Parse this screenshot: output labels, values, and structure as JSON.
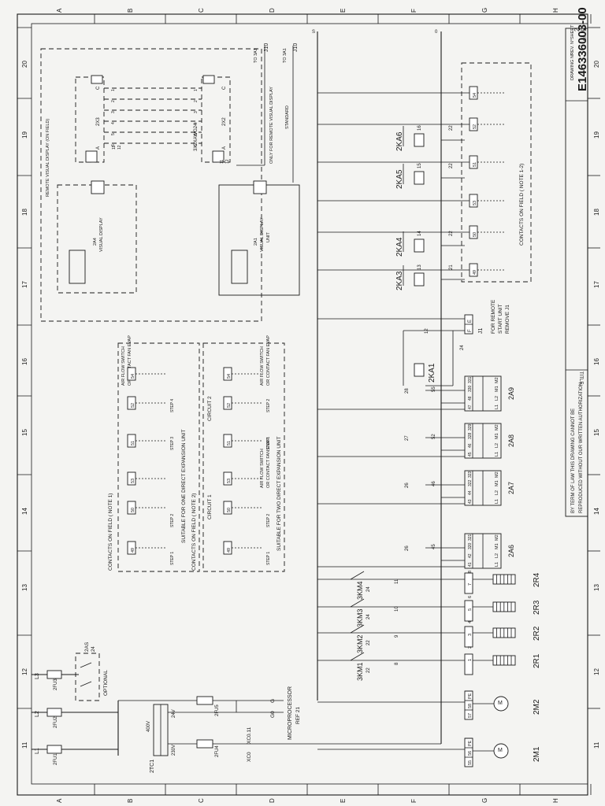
{
  "frame": {
    "row_letters": [
      "A",
      "B",
      "C",
      "D",
      "E",
      "F",
      "G",
      "H"
    ],
    "col_numbers": [
      "11",
      "12",
      "13",
      "14",
      "15",
      "16",
      "17",
      "18",
      "19",
      "20"
    ]
  },
  "title_block": {
    "drawing_no_label": "DRAWING N°",
    "drawing_no": "E146336003-00",
    "rev_label": "REV. N°",
    "sheet_label": "SHEET",
    "sheet": "2",
    "of_label": "OF",
    "total": "5",
    "title_label": "TITLE:",
    "copyright_1": "BY TERM OF LAW THIS DRAWING CANNOT BE",
    "copyright_2": "REPRODUCED WITHOUT OUR WRITTEN AUTHORIZATION"
  },
  "power": {
    "phases": [
      "L1",
      "L2",
      "L3"
    ],
    "fuses": [
      "2FU1",
      "2FU2",
      "2FU3"
    ],
    "switch_label": "2AS",
    "switch_num": "24",
    "optional": "OPTIONAL",
    "transformer": "2TC1",
    "primary": "400V",
    "sec_230": "230V",
    "sec_24": "24V",
    "fuse_4": "2FU4",
    "fuse_5": "2FU5",
    "xc0": "XC0",
    "xc011": "XC0.11",
    "g_label": "G",
    "g0_label": "G0",
    "microprocessor": "MICROPROCESSOR",
    "ref": "REF 21"
  },
  "motors": [
    {
      "label": "2M1",
      "terminals": [
        "55",
        "56",
        "PE"
      ]
    },
    {
      "label": "2M2",
      "terminals": [
        "57",
        "58",
        "PE"
      ]
    }
  ],
  "heaters": [
    {
      "label": "2R1",
      "contactor": "3KM1",
      "ref": "22",
      "wire": "8"
    },
    {
      "label": "2R2",
      "contactor": "3KM2",
      "ref": "22",
      "wire": "9"
    },
    {
      "label": "2R3",
      "contactor": "3KM3",
      "ref": "24",
      "wire": "10"
    },
    {
      "label": "2R4",
      "contactor": "3KM4",
      "ref": "24",
      "wire": "11"
    }
  ],
  "heater_terminals": [
    "1",
    "2",
    "3",
    "4",
    "5",
    "6",
    "7",
    "8"
  ],
  "modules": [
    {
      "label": "2A6",
      "t1": "41",
      "t2": "42",
      "t3": "320",
      "t4": "321",
      "ref": "26",
      "wire": "45"
    },
    {
      "label": "2A7",
      "t1": "43",
      "t2": "44",
      "t3": "322",
      "t4": "323",
      "ref": "26",
      "wire": "46"
    },
    {
      "label": "2A8",
      "t1": "45",
      "t2": "46",
      "t3": "328",
      "t4": "329",
      "ref": "27",
      "wire": "52"
    },
    {
      "label": "2A9",
      "t1": "47",
      "t2": "48",
      "t3": "330",
      "t4": "331",
      "ref": "28",
      "wire": "55"
    }
  ],
  "module_pins": [
    "L1",
    "L2",
    "M1",
    "M2"
  ],
  "relay_2ka1": {
    "label": "2KA1",
    "wire": "12",
    "ref": "24"
  },
  "remote_start": {
    "line1": "FOR REMOTE",
    "line2": "START UNIT",
    "line3": "REMOVE J1",
    "tag": "J1",
    "t_e": "E",
    "t_f": "F"
  },
  "relays": [
    {
      "label": "2KA3",
      "coil": "13",
      "contact": "21"
    },
    {
      "label": "2KA4",
      "coil": "14",
      "contact": "22"
    },
    {
      "label": "2KA5",
      "coil": "15",
      "contact": "22"
    },
    {
      "label": "2KA6",
      "coil": "16",
      "contact": "22"
    }
  ],
  "relay_terminals": [
    "49",
    "50",
    "53",
    "51",
    "52",
    "54"
  ],
  "field_contacts_note": "CONTACTS ON FIELD ( NOTE 1-2)",
  "panel_one": {
    "title": "SUITABLE FOR ONE DIRECT EXPANSION UNIT",
    "note": "CONTACTS ON FIELD ( NOTE 1)",
    "airflow_1": "AIR FLOW SWITCH",
    "airflow_2": "OR CONTACT FAN EVAP",
    "terminals": [
      "49",
      "50",
      "53",
      "51",
      "52",
      "54"
    ],
    "steps": [
      "STEP 1",
      "STEP 2",
      "STEP 3",
      "STEP 4"
    ]
  },
  "panel_two": {
    "title": "SUITABLE FOR TWO DIRECT EXPANSION UNIT",
    "note": "CONTACTS ON FIELD ( NOTE 2)",
    "airflow_1": "AIR FLOW SWITCH",
    "airflow_2": "OR CONTACT FAN EVAP",
    "circuit_1": "CIRCUIT 1",
    "circuit_2": "CIRCUIT 2",
    "terminals": [
      "49",
      "50",
      "53",
      "51",
      "52",
      "54"
    ],
    "steps": [
      "STEP 1",
      "STEP 2",
      "STEP 1",
      "STEP 2"
    ]
  },
  "display_remote": {
    "frame_label": "REMOTE VISUAL DISPLAY (ON FIELD)",
    "unit_label": "2A4",
    "unit_desc": "VISUAL DISPLAY",
    "conn_left": "2X3",
    "conn_right": "2X2",
    "cable": "3X2XAWG24",
    "pin_a": "A",
    "pin_c": "C",
    "to_1": "TO 3A1",
    "to_2": "TO 3A1",
    "j10_a": "J10",
    "j10_b": "J10",
    "only_remote": "ONLY FOR REMOTE VISUAL DISPLAY",
    "standard": "STANDARD",
    "pins": [
      "1",
      "2",
      "3",
      "4",
      "5",
      "6"
    ],
    "pins_sm": [
      "11",
      "12"
    ]
  },
  "display_local": {
    "unit_label": "2A1",
    "unit_desc": "VISUAL DISPLAY",
    "unit_desc2": "UNIT"
  },
  "bus_labels": {
    "s": "S",
    "o": "0"
  }
}
